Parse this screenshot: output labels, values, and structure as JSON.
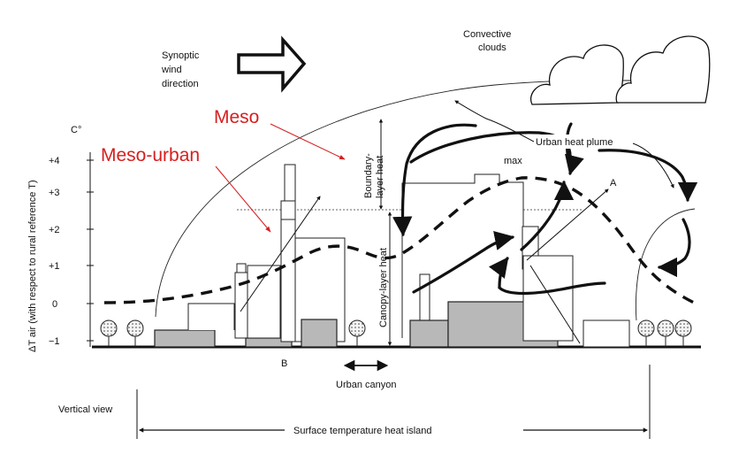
{
  "labels": {
    "synoptic": [
      "Synoptic",
      "wind",
      "direction"
    ],
    "convective": [
      "Convective",
      "clouds"
    ],
    "meso": "Meso",
    "meso_urban": "Meso-urban",
    "boundary_layer_heat": [
      "Boundary-",
      "layer heat"
    ],
    "canopy_layer_heat": "Canopy-layer heat",
    "urban_heat_plume": "Urban heat plume",
    "max": "max",
    "point_a": "A",
    "point_b": "B",
    "urban_canyon": "Urban canyon",
    "vertical_view": "Vertical view",
    "surface_island": "Surface temperature heat island",
    "y_axis_label": "ΔT air (with respect to rural reference  T)",
    "y_unit": "C°"
  },
  "y_ticks": [
    "+4",
    "+3",
    "+2",
    "+1",
    "0",
    "−1"
  ],
  "colors": {
    "annotation_red": "#d62020",
    "building_gray": "#b8b8b8",
    "ink": "#111111"
  }
}
